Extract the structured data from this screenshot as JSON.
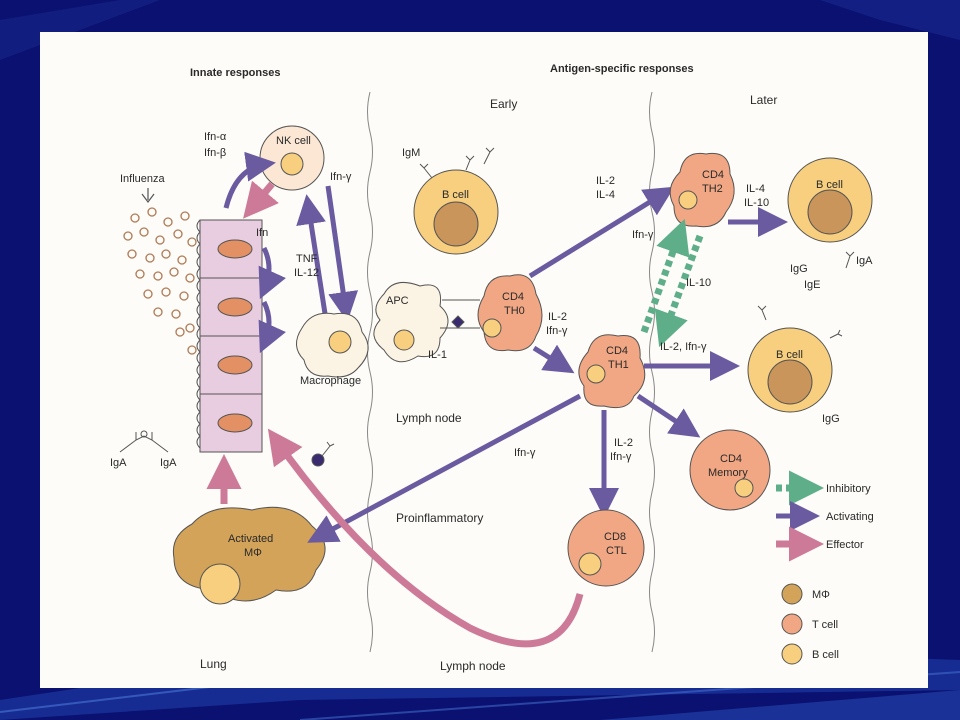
{
  "colors": {
    "background": "#0a1170",
    "panel": "#fdfcf8",
    "activating": "#6a5aa0",
    "effector": "#cc7a97",
    "inhibitory": "#5fae8a",
    "t_cell": "#f2a784",
    "b_cell": "#f7cf7f",
    "macrophage": "#d3a35a",
    "epithelium": "#e8cde0"
  },
  "sections": {
    "innate": "Innate responses",
    "antigen_specific": "Antigen-specific responses",
    "early": "Early",
    "later": "Later",
    "lung": "Lung",
    "lymph_node_bottom": "Lymph node",
    "lymph_node_mid": "Lymph node",
    "proinflammatory": "Proinflammatory"
  },
  "cells": {
    "nk": "NK cell",
    "macrophage": "Macrophage",
    "activated_mphi_line1": "Activated",
    "activated_mphi_line2": "MΦ",
    "b_cell_early": "B cell",
    "apc": "APC",
    "cd4_th0_line1": "CD4",
    "cd4_th0_line2": "TH0",
    "cd4_th2_line1": "CD4",
    "cd4_th2_line2": "TH2",
    "cd4_th1_line1": "CD4",
    "cd4_th1_line2": "TH1",
    "b_cell_upper": "B cell",
    "b_cell_lower": "B cell",
    "cd4_memory_line1": "CD4",
    "cd4_memory_line2": "Memory",
    "cd8_line1": "CD8",
    "cd8_line2": "CTL"
  },
  "labels": {
    "influenza": "Influenza",
    "ifn_alpha": "Ifn-α",
    "ifn_beta": "Ifn-β",
    "ifn_gamma_nk": "Ifn-γ",
    "ifn_epi": "Ifn",
    "tnf": "TNF",
    "il12": "IL-12",
    "iga_left": "IgA",
    "iga_right": "IgA",
    "igm": "IgM",
    "il1": "IL-1",
    "il2_il4_a": "IL-2",
    "il2_il4_b": "IL-4",
    "ifn_gamma_inhib": "Ifn-γ",
    "il10_inhib": "IL-10",
    "il4_il10_a": "IL-4",
    "il4_il10_b": "IL-10",
    "igg_upper": "IgG",
    "ige": "IgE",
    "iga_b": "IgA",
    "il2_th0_a": "IL-2",
    "il2_th0_b": "Ifn-γ",
    "il2_ifn_th1": "IL-2, Ifn-γ",
    "igg_lower": "IgG",
    "il2_cd8_a": "IL-2",
    "il2_cd8_b": "Ifn-γ",
    "ifn_gamma_mid": "Ifn-γ"
  },
  "legend": {
    "inhibitory": "Inhibitory",
    "activating": "Activating",
    "effector": "Effector",
    "mphi": "MΦ",
    "t_cell": "T cell",
    "b_cell": "B cell"
  }
}
